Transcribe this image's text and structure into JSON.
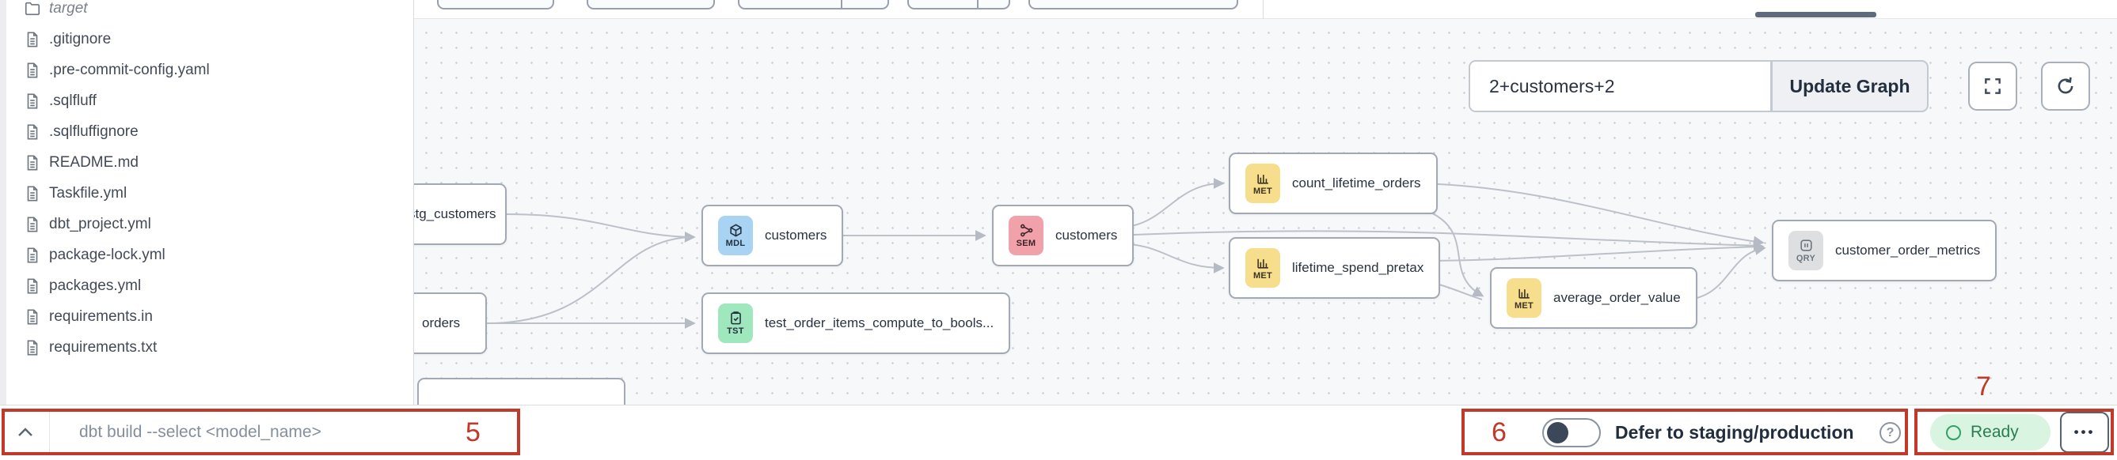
{
  "explorer": {
    "folder": {
      "name": "target"
    },
    "files": [
      ".gitignore",
      ".pre-commit-config.yaml",
      ".sqlfluff",
      ".sqlfluffignore",
      "README.md",
      "Taskfile.yml",
      "dbt_project.yml",
      "package-lock.yml",
      "packages.yml",
      "requirements.in",
      "requirements.txt"
    ]
  },
  "lineage": {
    "selector_value": "2+customers+2",
    "update_button": "Update Graph",
    "nodes": [
      {
        "id": "stg_customers",
        "label": "stg_customers",
        "badge": ""
      },
      {
        "id": "orders",
        "label": "orders",
        "badge": ""
      },
      {
        "id": "customers_model",
        "label": "customers",
        "badge": "MDL"
      },
      {
        "id": "test_order_items",
        "label": "test_order_items_compute_to_bools...",
        "badge": "TST"
      },
      {
        "id": "customers_semantic",
        "label": "customers",
        "badge": "SEM"
      },
      {
        "id": "count_lifetime_orders",
        "label": "count_lifetime_orders",
        "badge": "MET"
      },
      {
        "id": "lifetime_spend_pretax",
        "label": "lifetime_spend_pretax",
        "badge": "MET"
      },
      {
        "id": "average_order_value",
        "label": "average_order_value",
        "badge": "MET"
      },
      {
        "id": "customer_order_metrics",
        "label": "customer_order_metrics",
        "badge": "QRY"
      }
    ]
  },
  "command_bar": {
    "placeholder": "dbt build --select <model_name>"
  },
  "defer_toggle": {
    "label": "Defer to staging/production",
    "state": "off"
  },
  "status": {
    "label": "Ready"
  },
  "more_button": {
    "label": "•••"
  },
  "annotations": {
    "box5": "5",
    "box6": "6",
    "box7": "7"
  },
  "icons": {
    "chevron_up": "collapse command bar",
    "fullscreen": "expand lineage to fullscreen",
    "refresh": "re-render lineage graph",
    "help": "?",
    "file": "document-icon",
    "folder": "folder-icon",
    "model": "cube-icon",
    "test": "clipboard-check-icon",
    "semantic": "branch-nodes-icon",
    "metric": "bar-chart-icon",
    "query": "terminal-square-icon"
  },
  "colors": {
    "annotation_red": "#c0392b",
    "badge_model_blue": "#a8d3f2",
    "badge_test_green": "#9fe7bc",
    "badge_semantic_pink": "#f1a1a9",
    "badge_metric_yellow": "#f6de8d",
    "badge_query_gray": "#dedfe1",
    "ready_pill_bg": "#d9f4e0",
    "ready_text": "#2a7d52",
    "toggle_knob": "#3c4759",
    "canvas_bg": "#f7f8fa",
    "edge_gray": "#bcc0c9"
  }
}
